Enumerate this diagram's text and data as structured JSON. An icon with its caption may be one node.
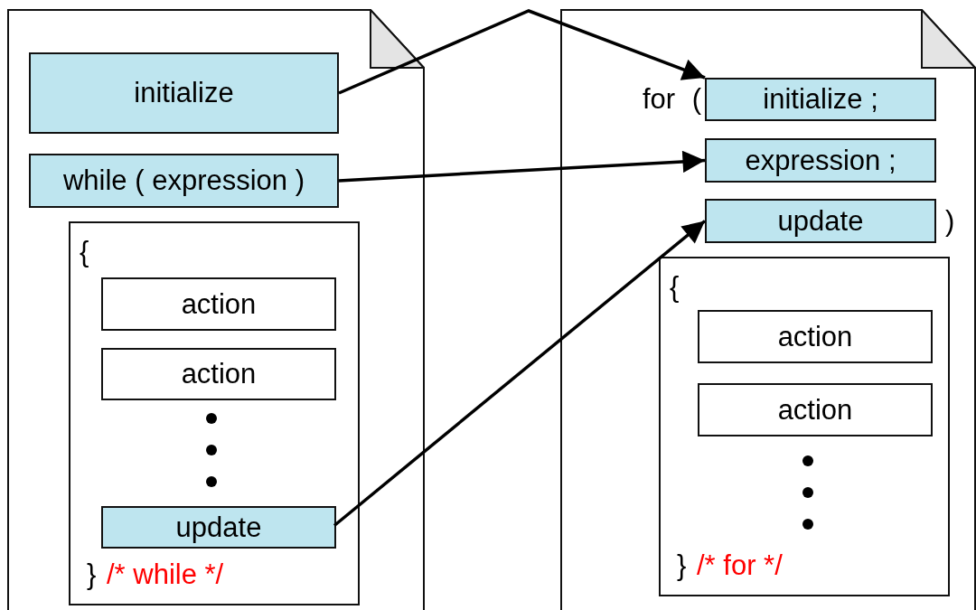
{
  "diagram": {
    "nodes": [
      {
        "text": [],
        "shape": "page"
      },
      {
        "text": [
          "initialize"
        ],
        "in": 0
      },
      {
        "text": [
          "while ( expression )"
        ],
        "in": 0
      },
      {
        "text": [
          "{",
          "}",
          "/* while */"
        ],
        "in": 0
      },
      {
        "text": [
          "action"
        ],
        "in": 3
      },
      {
        "text": [
          "action"
        ],
        "in": 3
      },
      {
        "text": [
          "update"
        ],
        "in": 3
      },
      {
        "text": [],
        "shape": "page"
      },
      {
        "text": [
          "initialize ;"
        ],
        "in": 7,
        "beside": [
          "for ("
        ]
      },
      {
        "text": [
          "expression ;"
        ],
        "in": 7
      },
      {
        "text": [
          "update"
        ],
        "in": 7,
        "beside": [
          ")"
        ]
      },
      {
        "text": [
          "{",
          "}",
          "/* for */"
        ],
        "in": 7
      },
      {
        "text": [
          "action"
        ],
        "in": 11
      },
      {
        "text": [
          "action"
        ],
        "in": 11
      }
    ],
    "edges": [
      {
        "from": 1,
        "to": 8,
        "arrow": "to"
      },
      {
        "from": 2,
        "to": 9,
        "arrow": "to"
      },
      {
        "from": 6,
        "to": 10,
        "arrow": "to"
      }
    ]
  }
}
